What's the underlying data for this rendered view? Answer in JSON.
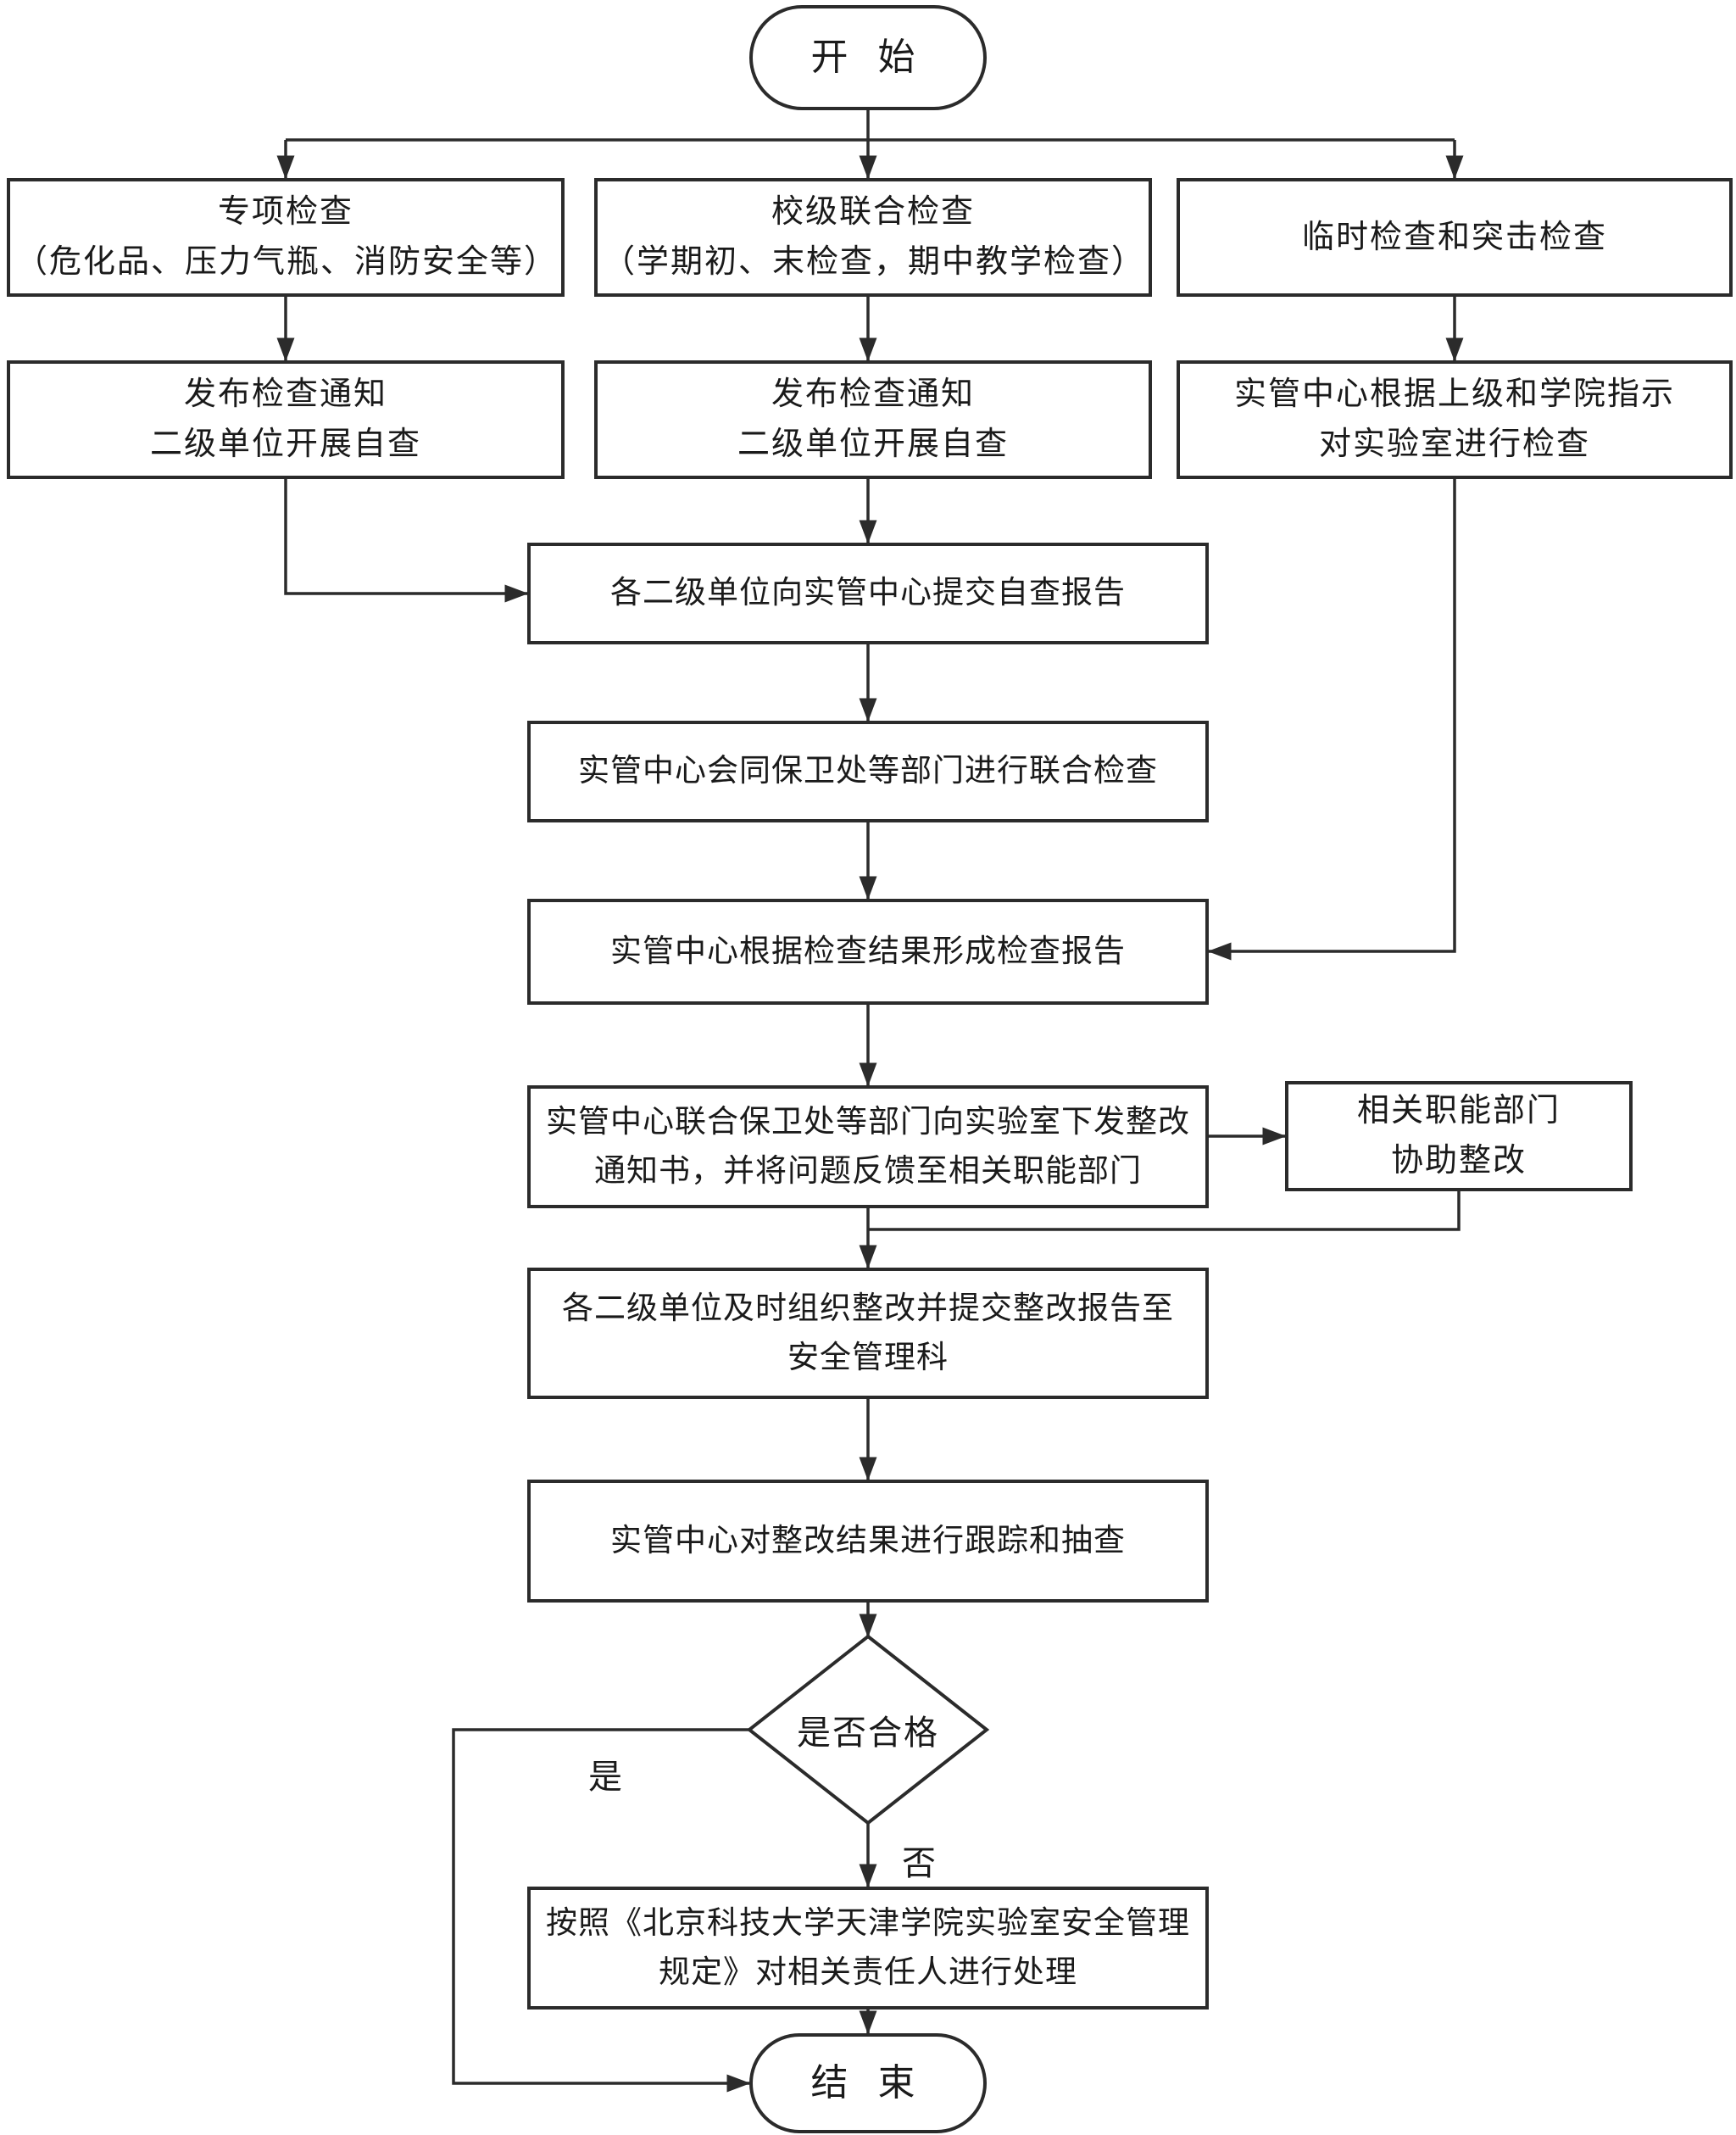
{
  "diagram": {
    "start": "开 始",
    "end": "结 束",
    "top_branches": {
      "special_inspection": "专项检查\n（危化品、压力气瓶、消防安全等）",
      "school_joint_inspection": "校级联合检查\n（学期初、末检查，期中教学检查）",
      "temporary_inspection": "临时检查和突击检查"
    },
    "notice_left": "发布检查通知\n二级单位开展自查",
    "notice_mid": "发布检查通知\n二级单位开展自查",
    "center_instruction": "实管中心根据上级和学院指示\n对实验室进行检查",
    "submit_self_report": "各二级单位向实管中心提交自查报告",
    "joint_inspection": "实管中心会同保卫处等部门进行联合检查",
    "form_report": "实管中心根据检查结果形成检查报告",
    "issue_rectification": "实管中心联合保卫处等部门向实验室下发整改\n通知书，并将问题反馈至相关职能部门",
    "assist_rectification": "相关职能部门\n协助整改",
    "organize_rectification": "各二级单位及时组织整改并提交整改报告至\n安全管理科",
    "track_spotcheck": "实管中心对整改结果进行跟踪和抽查",
    "decision": "是否合格",
    "label_yes": "是",
    "label_no": "否",
    "punish": "按照《北京科技大学天津学院实验室安全管理\n规定》对相关责任人进行处理"
  },
  "colors": {
    "line": "#2b2b2b",
    "text": "#1a1a1a",
    "background": "#ffffff",
    "node_fill": "#ffffff"
  }
}
